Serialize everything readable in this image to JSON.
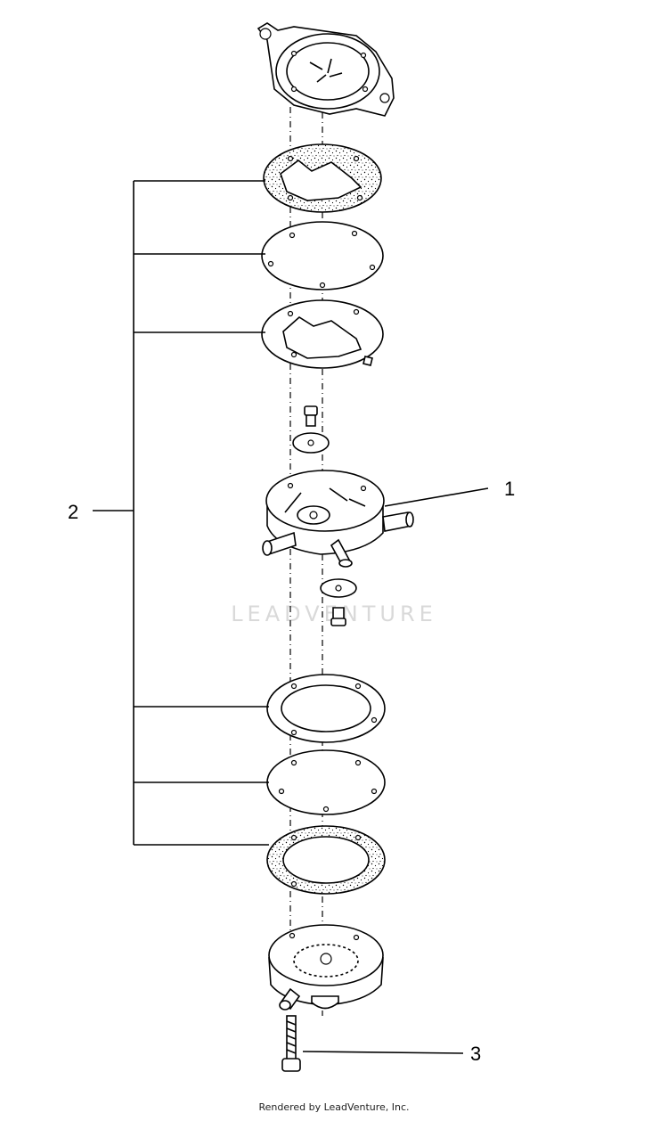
{
  "callouts": {
    "c1": "1",
    "c2": "2",
    "c3": "3"
  },
  "watermark": "LEADVENTURE",
  "footer": "Rendered by LeadVenture, Inc."
}
